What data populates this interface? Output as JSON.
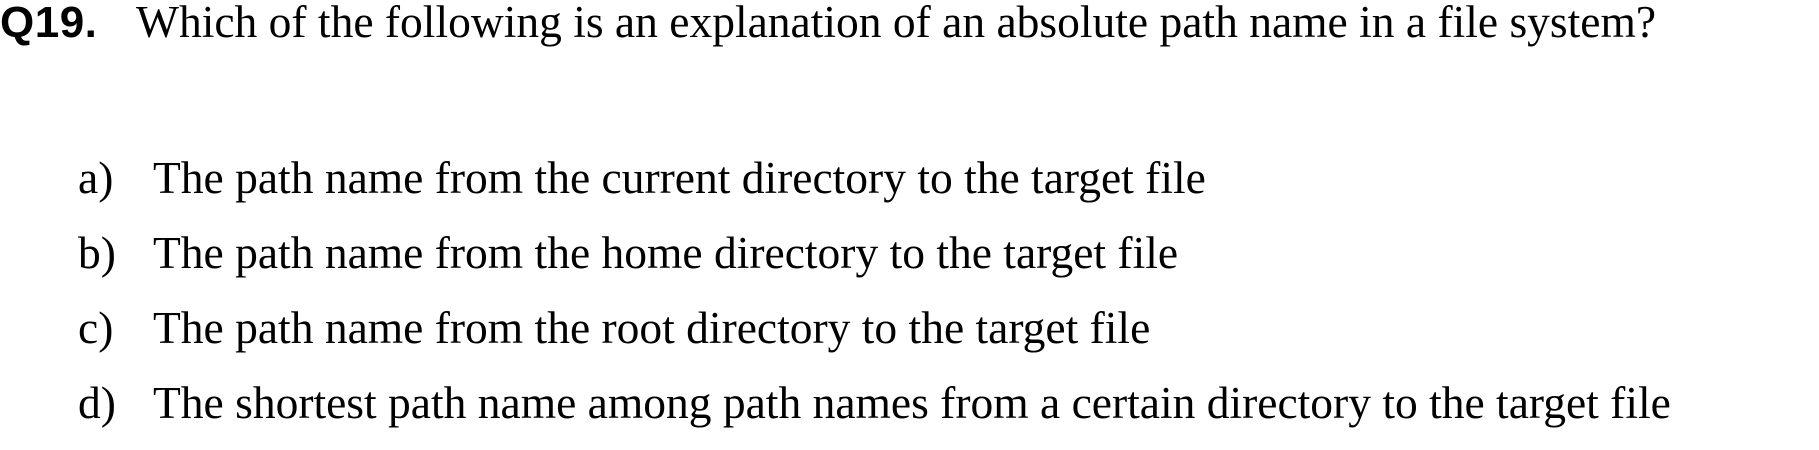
{
  "question": {
    "number": "Q19.",
    "text": "Which of the following is an explanation of an absolute path name in a file system?"
  },
  "options": [
    {
      "letter": "a)",
      "text": "The path name from the current directory to the target file"
    },
    {
      "letter": "b)",
      "text": "The path name from the home directory to the target file"
    },
    {
      "letter": "c)",
      "text": "The path name from the root directory to the target file"
    },
    {
      "letter": "d)",
      "text": "The shortest path name among path names from a certain directory to the target file"
    }
  ]
}
